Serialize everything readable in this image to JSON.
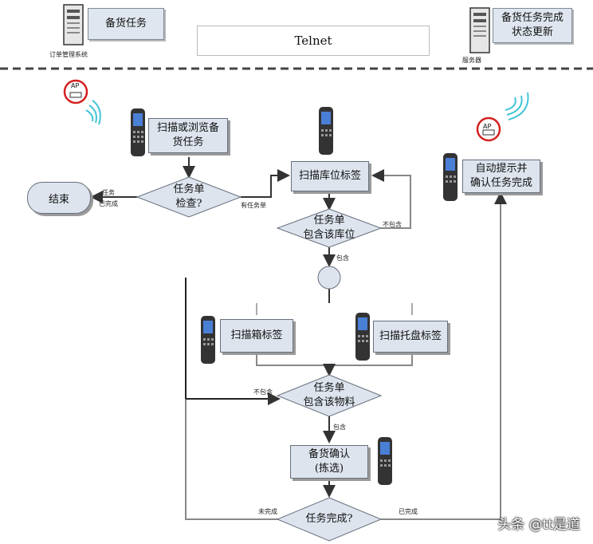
{
  "top": {
    "left_doc": "备货任务",
    "left_server_caption": "订单管理系统",
    "center_box": "Telnet",
    "right_doc_line1": "备货任务完成",
    "right_doc_line2": "状态更新",
    "right_server_caption": "服务器"
  },
  "ap_label": "AP",
  "nodes": {
    "scan_browse_line1": "扫描或浏览备",
    "scan_browse_line2": "货任务",
    "task_check_line1": "任务单",
    "task_check_line2": "检查?",
    "end": "结束",
    "scan_location": "扫描库位标签",
    "contains_location_line1": "任务单",
    "contains_location_line2": "包含该库位",
    "auto_prompt_line1": "自动提示并",
    "auto_prompt_line2": "确认任务完成",
    "scan_box": "扫描箱标签",
    "scan_pallet": "扫描托盘标签",
    "contains_material_line1": "任务单",
    "contains_material_line2": "包含该物料",
    "confirm_line1": "备货确认",
    "confirm_line2": "(拣选)",
    "task_done": "任务完成?"
  },
  "edge_labels": {
    "end_label_1": "任务",
    "end_label_2": "已完成",
    "check_right": "有任务单",
    "loc_no": "不包含",
    "loc_yes": "包含",
    "mat_no": "不包含",
    "mat_yes": "包含",
    "done_no": "未完成",
    "done_yes": "已完成"
  },
  "watermark": "头条 @tt是道",
  "colors": {
    "box_fill": "#dde4ee",
    "line": "#333333",
    "ap_ring": "#d42020",
    "wave": "#44c4d8"
  }
}
